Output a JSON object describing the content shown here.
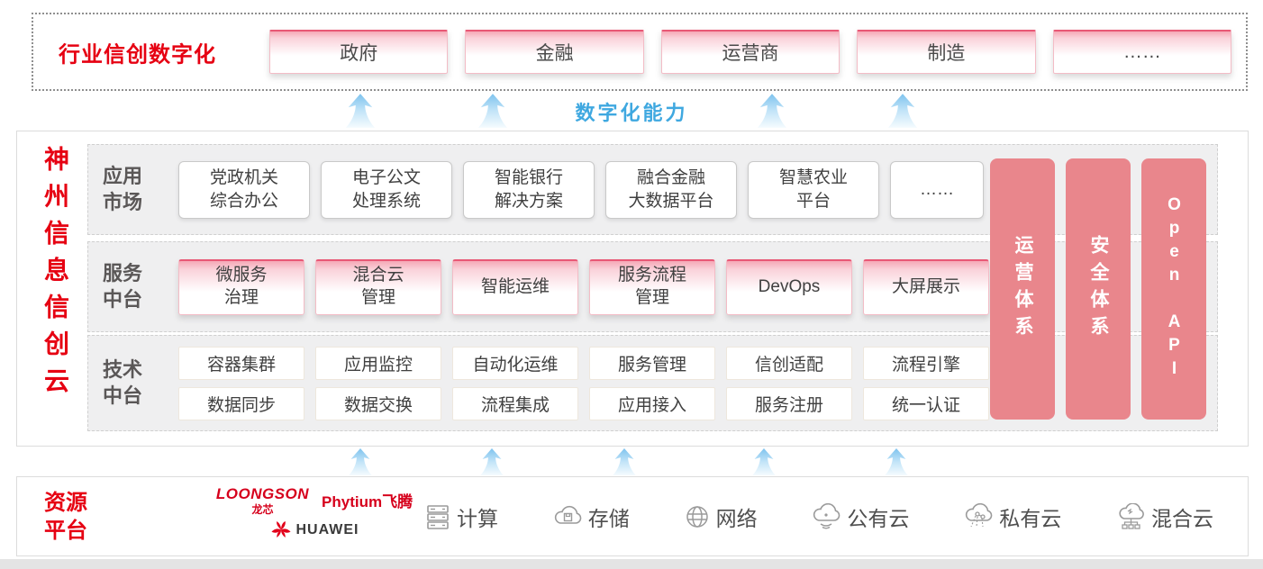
{
  "top_banner": {
    "title": "行业信创数字化",
    "items": [
      "政府",
      "金融",
      "运营商",
      "制造",
      "……"
    ]
  },
  "capability": {
    "label": "数字化能力"
  },
  "platform": {
    "vertical_title": "神州信息信创云",
    "app_market": {
      "label": "应用\n市场",
      "items": [
        "党政机关\n综合办公",
        "电子公文\n处理系统",
        "智能银行\n解决方案",
        "融合金融\n大数据平台",
        "智慧农业\n平台",
        "……"
      ]
    },
    "service_platform": {
      "label": "服务\n中台",
      "items": [
        "微服务\n治理",
        "混合云\n管理",
        "智能运维",
        "服务流程\n管理",
        "DevOps",
        "大屏展示"
      ]
    },
    "tech_platform": {
      "label": "技术\n中台",
      "row1": [
        "容器集群",
        "应用监控",
        "自动化运维",
        "服务管理",
        "信创适配",
        "流程引擎"
      ],
      "row2": [
        "数据同步",
        "数据交换",
        "流程集成",
        "应用接入",
        "服务注册",
        "统一认证"
      ]
    },
    "pillars": [
      "运营体系",
      "安全体系",
      "Open API"
    ]
  },
  "resources": {
    "label": "资源\n平台",
    "vendors": {
      "loongson_en": "LOONGSON",
      "loongson_cn": "龙芯",
      "phytium": "Phytium飞腾",
      "huawei": "HUAWEI"
    },
    "items": [
      {
        "icon": "server-icon",
        "label": "计算"
      },
      {
        "icon": "storage-cloud-icon",
        "label": "存储"
      },
      {
        "icon": "network-globe-icon",
        "label": "网络"
      },
      {
        "icon": "public-cloud-icon",
        "label": "公有云"
      },
      {
        "icon": "private-cloud-icon",
        "label": "私有云"
      },
      {
        "icon": "hybrid-cloud-icon",
        "label": "混合云"
      }
    ]
  },
  "colors": {
    "brand_red": "#e60012",
    "pillar_pink": "#e9868c",
    "accent_blue": "#3fa8e0",
    "tab_top_red": "#e85875",
    "section_bg": "#efeff0"
  }
}
